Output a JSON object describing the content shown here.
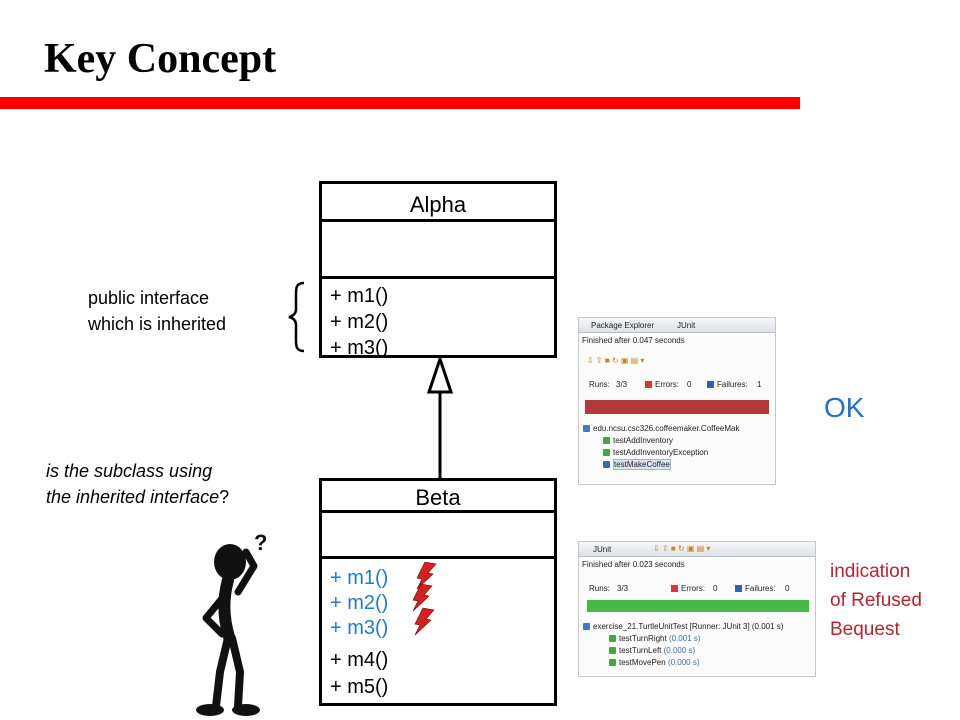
{
  "slide": {
    "title": "Key Concept"
  },
  "uml": {
    "alpha": {
      "name": "Alpha",
      "methods": [
        "+ m1()",
        "+ m2()",
        "+ m3()"
      ]
    },
    "beta": {
      "name": "Beta",
      "inherited_methods": [
        "+ m1()",
        "+ m2()",
        "+ m3()"
      ],
      "own_methods": [
        "+ m4()",
        "+ m5()"
      ]
    }
  },
  "notes": {
    "public_interface": [
      "public interface",
      "which is inherited"
    ],
    "question_parts": [
      "is the subclass using",
      "the inherited interface",
      "?"
    ],
    "ok": "OK",
    "refused": [
      "indication",
      "of Refused",
      "Bequest"
    ]
  },
  "junit_failure": {
    "tabs": [
      "Package Explorer",
      "JUnit"
    ],
    "status": "Finished after 0.047 seconds",
    "runs_label": "Runs:",
    "runs_value": "3/3",
    "errors_label": "Errors:",
    "errors_value": "0",
    "failures_label": "Failures:",
    "failures_value": "1",
    "bar_color": "#b33a3a",
    "suite": "edu.ncsu.csc326.coffeemaker.CoffeeMak",
    "tests": [
      "testAddInventory",
      "testAddInventoryException",
      "testMakeCoffee"
    ]
  },
  "junit_success": {
    "tabs": [
      "JUnit"
    ],
    "status": "Finished after 0.023 seconds",
    "runs_label": "Runs:",
    "runs_value": "3/3",
    "errors_label": "Errors:",
    "errors_value": "0",
    "failures_label": "Failures:",
    "failures_value": "0",
    "bar_color": "#45b845",
    "suite": "exercise_21.TurtleUnitTest [Runner: JUnit 3] (0.001 s)",
    "tests": [
      {
        "name": "testTurnRight",
        "time": "(0.001 s)"
      },
      {
        "name": "testTurnLeft",
        "time": "(0.000 s)"
      },
      {
        "name": "testMovePen",
        "time": "(0.000 s)"
      }
    ]
  },
  "colors": {
    "accent_rule": "#ff0000",
    "inherited_methods": "#1f7ad0",
    "ok": "#1a74c8",
    "refused_note": "#c0202e",
    "lightning": "#d42020"
  },
  "icons": [
    "curly-brace",
    "inheritance-arrow",
    "lightning-bolt-icon",
    "confused-stick-figure"
  ]
}
